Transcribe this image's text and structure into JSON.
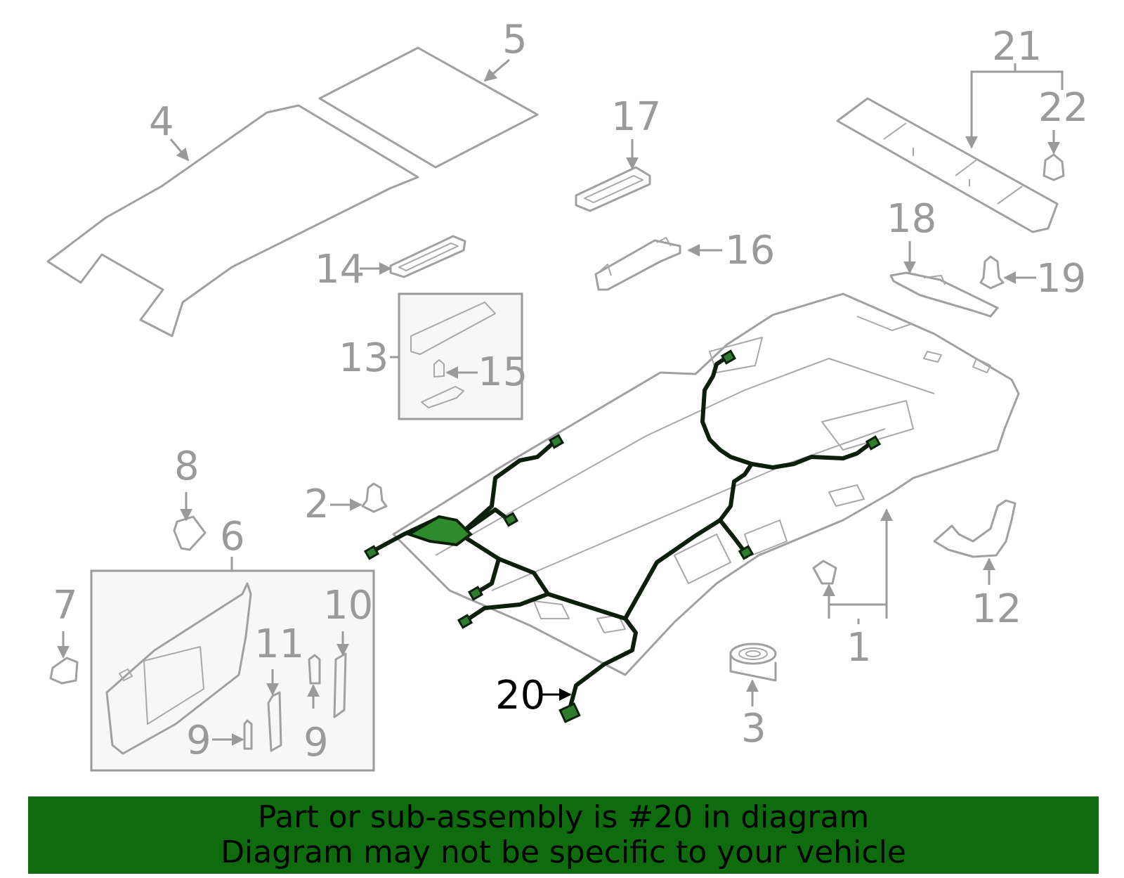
{
  "callouts": {
    "c1": "1",
    "c2": "2",
    "c3": "3",
    "c4": "4",
    "c5": "5",
    "c6": "6",
    "c7": "7",
    "c8": "8",
    "c9a": "9",
    "c9b": "9",
    "c10": "10",
    "c11": "11",
    "c12": "12",
    "c13": "13",
    "c14": "14",
    "c15": "15",
    "c16": "16",
    "c17": "17",
    "c18": "18",
    "c19": "19",
    "c20": "20",
    "c21": "21",
    "c22": "22"
  },
  "highlight": {
    "part": "20",
    "color": "#2d8a2d"
  },
  "banner": {
    "line1": "Part or sub-assembly is #20 in diagram",
    "line2": "Diagram may not be specific to your vehicle",
    "background": "#0e6b0e"
  }
}
